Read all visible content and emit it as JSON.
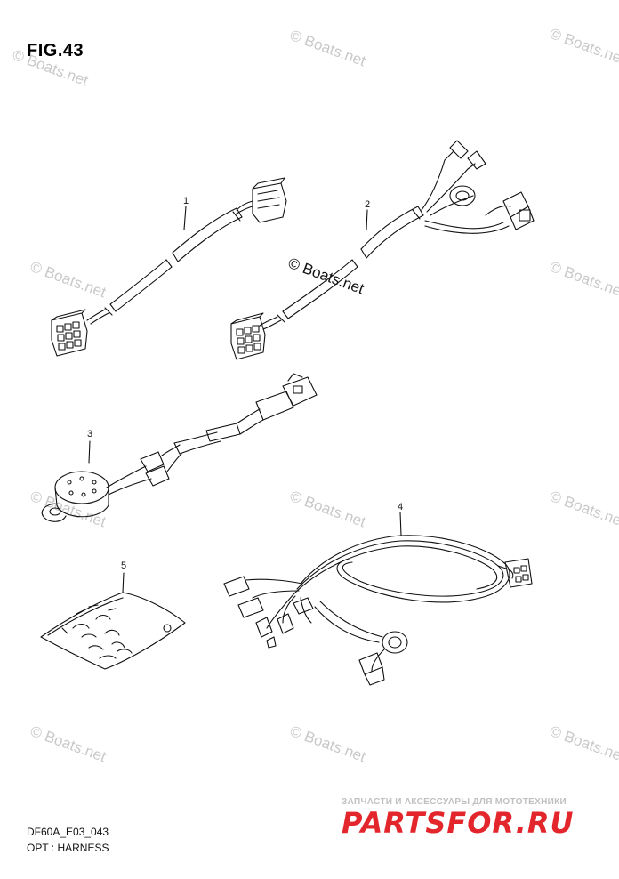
{
  "figure": {
    "title": "FIG.43"
  },
  "watermark": {
    "text": "© Boats.net"
  },
  "callouts": [
    "1",
    "2",
    "3",
    "4",
    "5"
  ],
  "footer": {
    "code": "DF60A_E03_043",
    "caption": "OPT : HARNESS"
  },
  "promo": {
    "tagline": "ЗАПЧАСТИ И АКСЕССУАРЫ ДЛЯ МОТОТЕХНИКИ",
    "logo": "PARTSFOR.RU",
    "colors": {
      "logo": "#e3262b",
      "tagline": "#c0c0c0"
    }
  },
  "colors": {
    "line": "#111111",
    "watermark": "#c9c9c9"
  }
}
